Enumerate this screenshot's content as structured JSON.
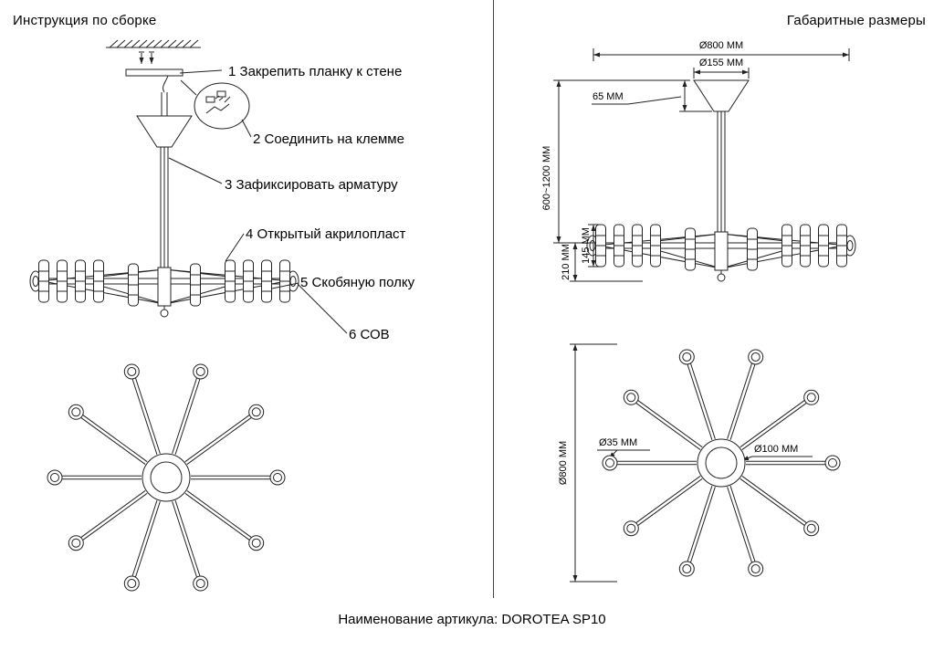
{
  "titles": {
    "left": "Инструкция по сборке",
    "right": "Габаритные размеры"
  },
  "assembly_steps": [
    "1 Закрепить планку к стене",
    "2 Соединить на клемме",
    "3 Зафиксировать арматуру",
    "4 Открытый акрилопласт",
    "5 Скобяную полку",
    "6 СОВ"
  ],
  "dimensions": {
    "overall_diameter_top": "Ø800 ММ",
    "canopy_diameter": "Ø155 ММ",
    "canopy_height": "65 ММ",
    "suspension_height": "600~1200 ММ",
    "frame_height": "210 ММ",
    "shade_height": "145 ММ",
    "overall_diameter_bottom": "Ø800 ММ",
    "end_circle_diameter": "Ø35 ММ",
    "hub_diameter": "Ø100 ММ"
  },
  "footer": "Наименование артикула: DOROTEA SP10"
}
